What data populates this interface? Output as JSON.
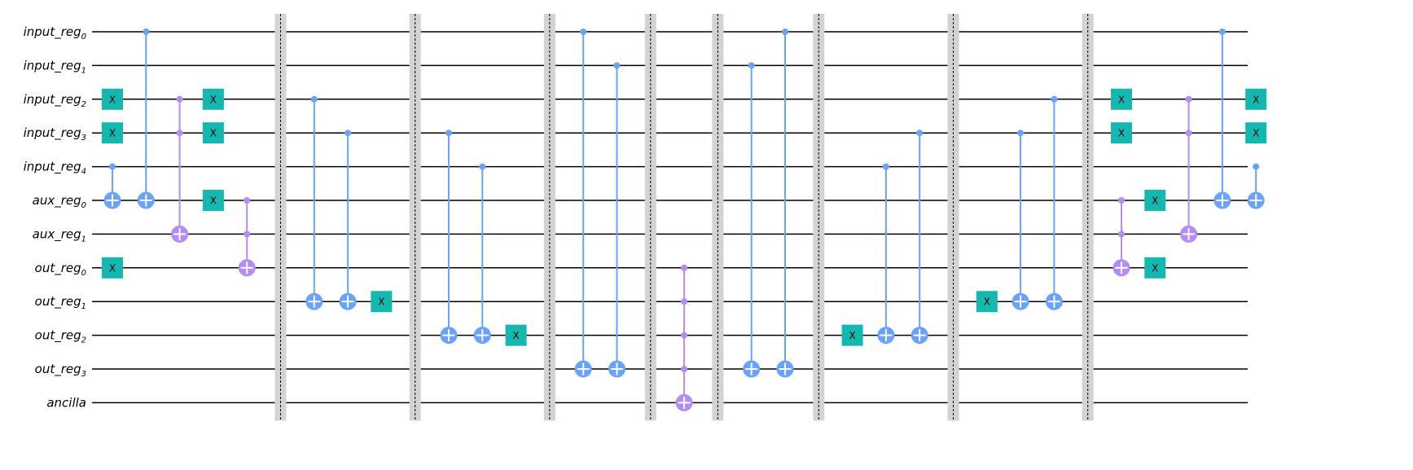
{
  "wires": [
    {
      "base": "input_reg",
      "sub": "0"
    },
    {
      "base": "input_reg",
      "sub": "1"
    },
    {
      "base": "input_reg",
      "sub": "2"
    },
    {
      "base": "input_reg",
      "sub": "3"
    },
    {
      "base": "input_reg",
      "sub": "4"
    },
    {
      "base": "aux_reg",
      "sub": "0"
    },
    {
      "base": "aux_reg",
      "sub": "1"
    },
    {
      "base": "out_reg",
      "sub": "0"
    },
    {
      "base": "out_reg",
      "sub": "1"
    },
    {
      "base": "out_reg",
      "sub": "2"
    },
    {
      "base": "out_reg",
      "sub": "3"
    },
    {
      "base": "ancilla",
      "sub": ""
    }
  ],
  "colors": {
    "x_gate": "#14b8b0",
    "cnot": "#6aa2ff",
    "toffoli": "#b38cf5",
    "barrier": "#d3d3d3"
  },
  "gate_label": "X",
  "ops": [
    {
      "type": "x",
      "col": 0,
      "wires": [
        2,
        3,
        7
      ]
    },
    {
      "type": "cx",
      "col": 0,
      "controls": [
        4
      ],
      "target": 5
    },
    {
      "type": "cx",
      "col": 1,
      "controls": [
        0
      ],
      "target": 5
    },
    {
      "type": "ccx",
      "col": 2,
      "controls": [
        2,
        3
      ],
      "target": 6
    },
    {
      "type": "x",
      "col": 3,
      "wires": [
        2,
        3,
        5
      ]
    },
    {
      "type": "ccx",
      "col": 4,
      "controls": [
        5,
        6
      ],
      "target": 7
    },
    {
      "type": "barrier",
      "col": 5
    },
    {
      "type": "cx",
      "col": 6,
      "controls": [
        2
      ],
      "target": 8
    },
    {
      "type": "cx",
      "col": 7,
      "controls": [
        3
      ],
      "target": 8
    },
    {
      "type": "x",
      "col": 8,
      "wires": [
        8
      ]
    },
    {
      "type": "barrier",
      "col": 9
    },
    {
      "type": "cx",
      "col": 10,
      "controls": [
        3
      ],
      "target": 9
    },
    {
      "type": "cx",
      "col": 11,
      "controls": [
        4
      ],
      "target": 9
    },
    {
      "type": "x",
      "col": 12,
      "wires": [
        9
      ]
    },
    {
      "type": "barrier",
      "col": 13
    },
    {
      "type": "cx",
      "col": 14,
      "controls": [
        0
      ],
      "target": 10
    },
    {
      "type": "cx",
      "col": 15,
      "controls": [
        1
      ],
      "target": 10
    },
    {
      "type": "barrier",
      "col": 16
    },
    {
      "type": "mcx",
      "col": 17,
      "controls": [
        7,
        8,
        9,
        10
      ],
      "target": 11
    },
    {
      "type": "barrier",
      "col": 18
    },
    {
      "type": "cx",
      "col": 19,
      "controls": [
        1
      ],
      "target": 10
    },
    {
      "type": "cx",
      "col": 20,
      "controls": [
        0
      ],
      "target": 10
    },
    {
      "type": "barrier",
      "col": 21
    },
    {
      "type": "x",
      "col": 22,
      "wires": [
        9
      ]
    },
    {
      "type": "cx",
      "col": 23,
      "controls": [
        4
      ],
      "target": 9
    },
    {
      "type": "cx",
      "col": 24,
      "controls": [
        3
      ],
      "target": 9
    },
    {
      "type": "barrier",
      "col": 25
    },
    {
      "type": "x",
      "col": 26,
      "wires": [
        8
      ]
    },
    {
      "type": "cx",
      "col": 27,
      "controls": [
        3
      ],
      "target": 8
    },
    {
      "type": "cx",
      "col": 28,
      "controls": [
        2
      ],
      "target": 8
    },
    {
      "type": "barrier",
      "col": 29
    },
    {
      "type": "x",
      "col": 30,
      "wires": [
        2,
        3
      ]
    },
    {
      "type": "ccx",
      "col": 30,
      "controls": [
        5,
        6
      ],
      "target": 7
    },
    {
      "type": "x",
      "col": 31,
      "wires": [
        5,
        7
      ]
    },
    {
      "type": "ccx",
      "col": 32,
      "controls": [
        2,
        3
      ],
      "target": 6
    },
    {
      "type": "cx",
      "col": 33,
      "controls": [
        0
      ],
      "target": 5
    },
    {
      "type": "x",
      "col": 34,
      "wires": [
        2,
        3
      ]
    },
    {
      "type": "cx",
      "col": 34,
      "controls": [
        4
      ],
      "target": 5
    }
  ]
}
